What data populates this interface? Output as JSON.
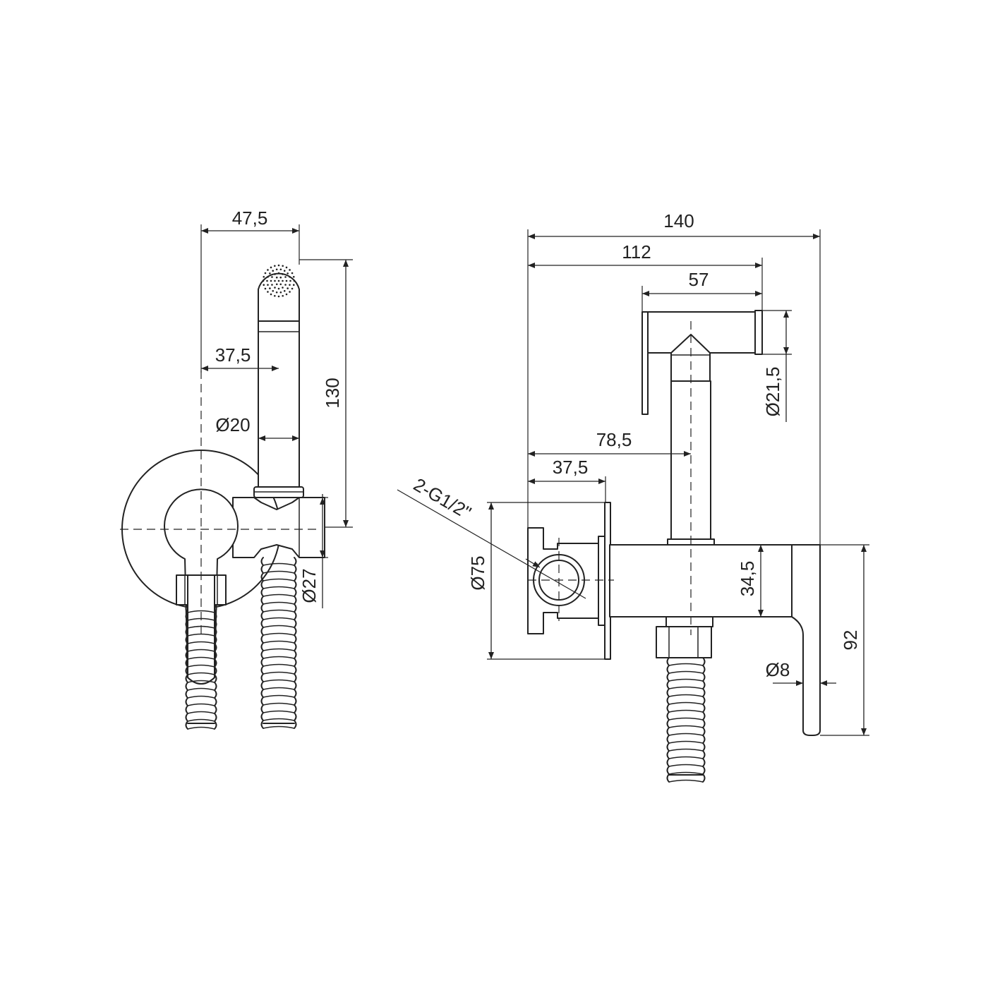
{
  "front_view": {
    "dim_overall_width": "47,5",
    "dim_axis_offset": "37,5",
    "dim_handset_diameter": "Ø20",
    "dim_handset_height": "130",
    "dim_holder_height": "Ø27"
  },
  "side_view": {
    "dim_total_length": "140",
    "dim_body_length": "112",
    "dim_handset_length": "57",
    "dim_handset_diameter": "Ø21,5",
    "dim_handset_axis": "78,5",
    "dim_connection_axis": "37,5",
    "dim_thread": "2-G1/2\"",
    "dim_flange_diameter": "Ø75",
    "dim_body_height": "34,5",
    "dim_lever_height": "92",
    "dim_lever_thickness": "Ø8"
  },
  "colors": {
    "line": "#222222",
    "background": "#ffffff"
  }
}
